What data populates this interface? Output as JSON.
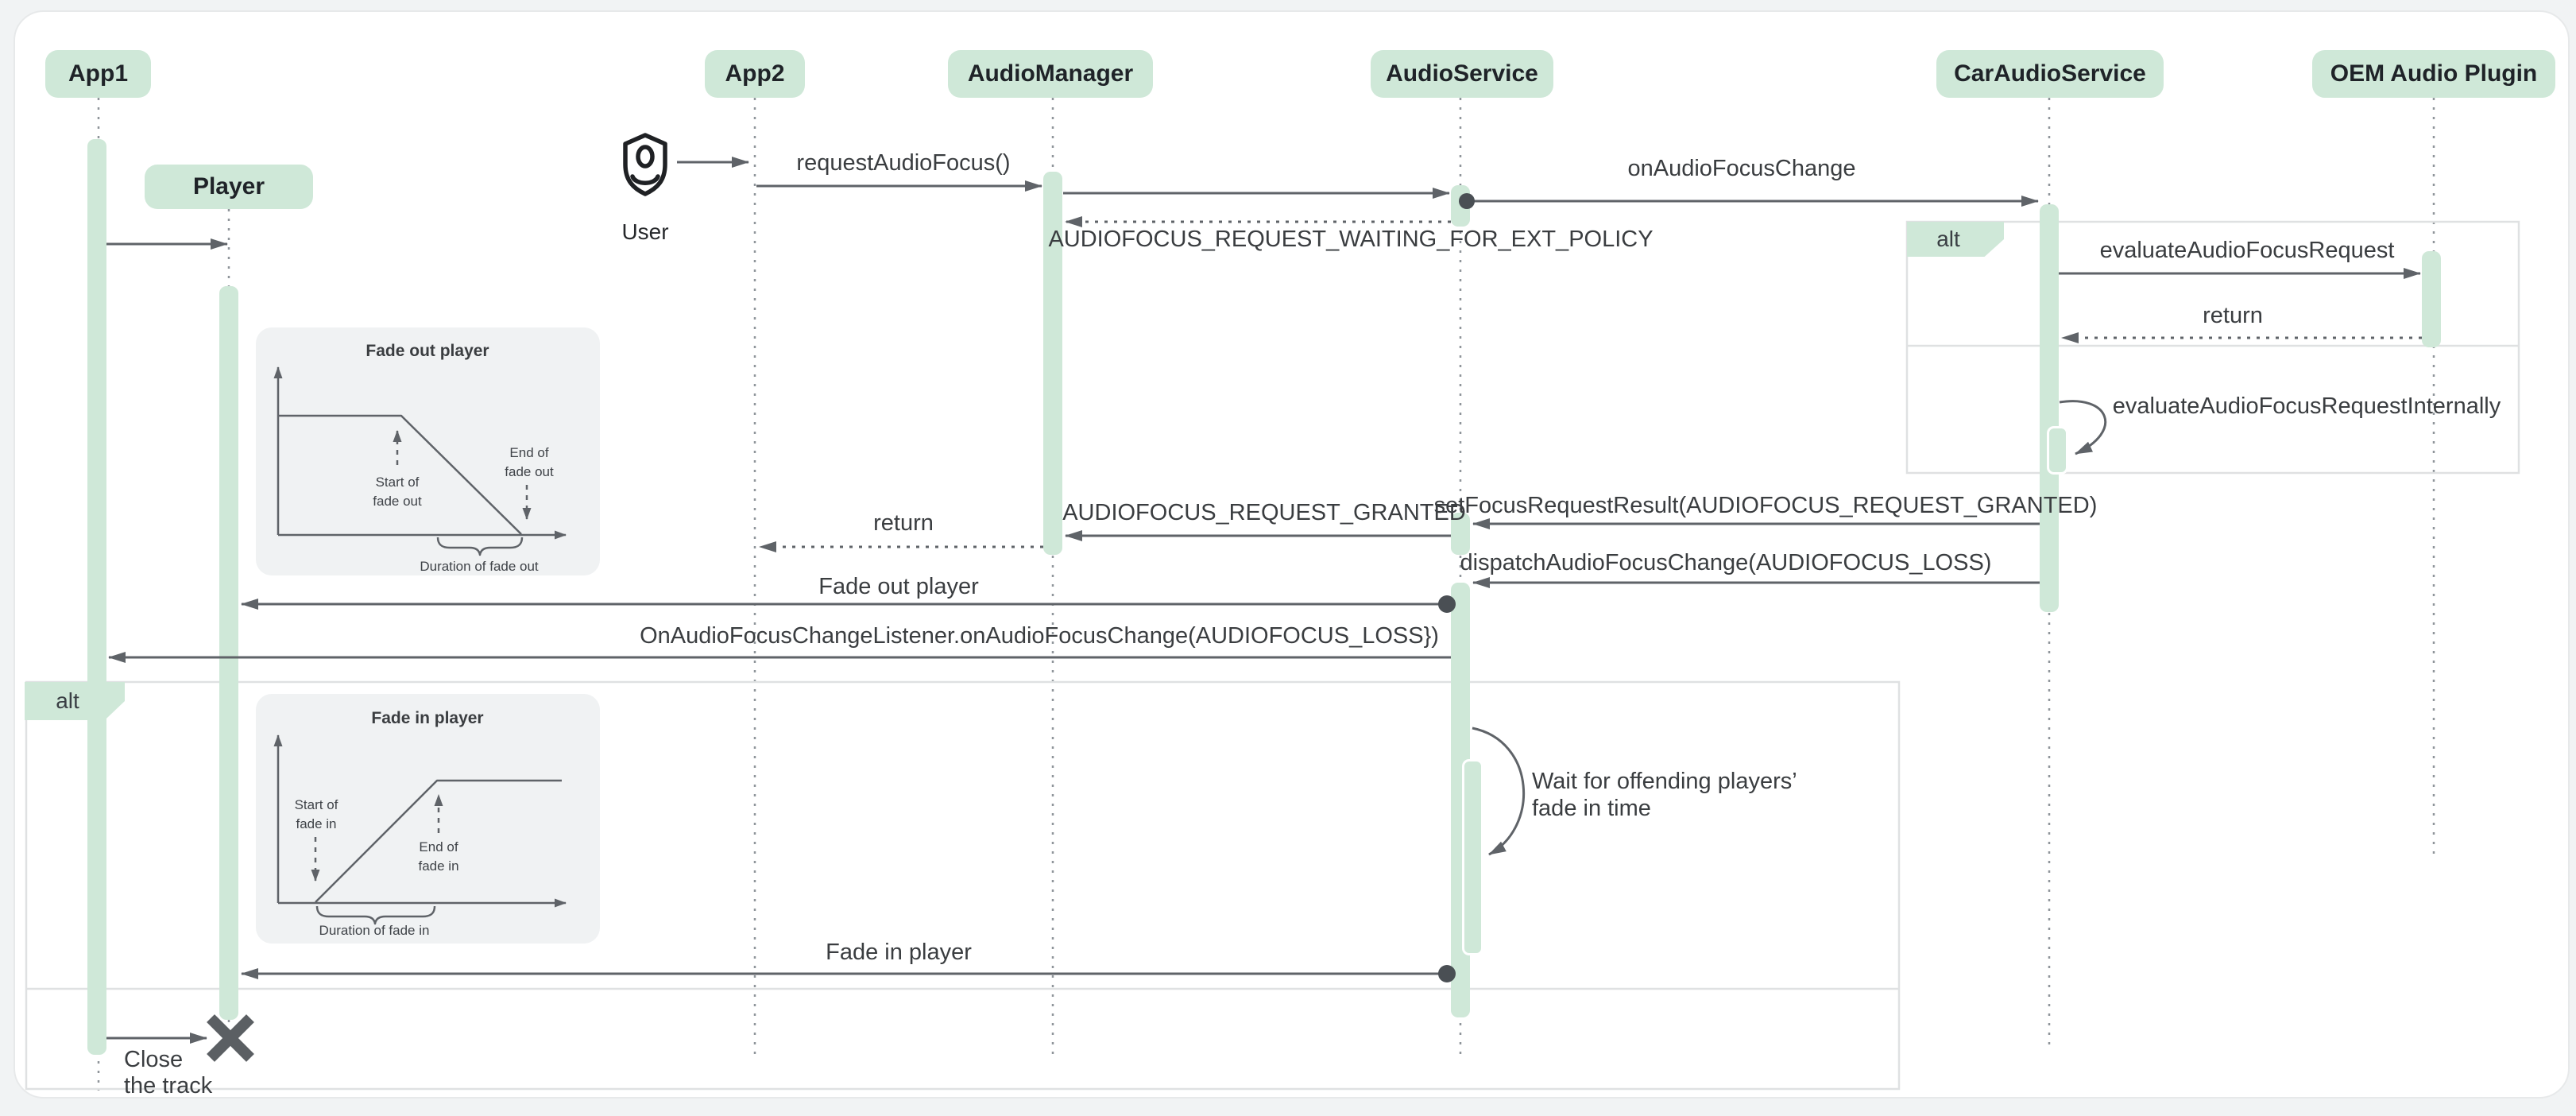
{
  "colors": {
    "participant_fill": "#cfe8d8",
    "arrow_line": "#5f6368",
    "lifeline": "#8f959a",
    "fragment_border": "#dfe1e2",
    "inset_bg": "#f0f2f3",
    "page_bg": "#f1f3f4",
    "text": "#3a3d40"
  },
  "participants": [
    {
      "id": "app1",
      "label": "App1"
    },
    {
      "id": "app2",
      "label": "App2"
    },
    {
      "id": "audio-manager",
      "label": "AudioManager"
    },
    {
      "id": "audio-service",
      "label": "AudioService"
    },
    {
      "id": "car-audio-service",
      "label": "CarAudioService"
    },
    {
      "id": "oem-audio-plugin",
      "label": "OEM Audio Plugin"
    },
    {
      "id": "player",
      "label": "Player"
    }
  ],
  "actor": {
    "label": "User"
  },
  "fragments": {
    "alt_right": {
      "label": "alt"
    },
    "alt_left": {
      "label": "alt"
    }
  },
  "messages": {
    "request_audio_focus": {
      "label": "requestAudioFocus()"
    },
    "on_audio_focus_change": {
      "label": "onAudioFocusChange"
    },
    "waiting": {
      "label": "AUDIOFOCUS_REQUEST_WAITING_FOR_EXT_POLICY"
    },
    "evaluate": {
      "label": "evaluateAudioFocusRequest"
    },
    "return_oem": {
      "label": "return"
    },
    "evaluate_internally": {
      "label": "evaluateAudioFocusRequestInternally"
    },
    "set_focus_request_result": {
      "label": "setFocusRequestResult(AUDIOFOCUS_REQUEST_GRANTED)"
    },
    "granted": {
      "label": "AUDIOFOCUS_REQUEST_GRANTED"
    },
    "return_app2": {
      "label": "return"
    },
    "dispatch": {
      "label": "dispatchAudioFocusChange(AUDIOFOCUS_LOSS)"
    },
    "fade_out_player": {
      "label": "Fade out player"
    },
    "focus_change_listener": {
      "label": "OnAudioFocusChangeListener.onAudioFocusChange(AUDIOFOCUS_LOSS})"
    },
    "wait": {
      "line1": "Wait for offending players’",
      "line2": "fade in time"
    },
    "fade_in_player": {
      "label": "Fade in player"
    },
    "close_track": {
      "line1": "Close",
      "line2": "the track"
    }
  },
  "insets": {
    "fade_out": {
      "title": "Fade out player",
      "start_line1": "Start of",
      "start_line2": "fade out",
      "end_line1": "End of",
      "end_line2": "fade out",
      "duration": "Duration of fade out"
    },
    "fade_in": {
      "title": "Fade in player",
      "start_line1": "Start of",
      "start_line2": "fade in",
      "end_line1": "End of",
      "end_line2": "fade in",
      "duration": "Duration of fade in"
    }
  }
}
